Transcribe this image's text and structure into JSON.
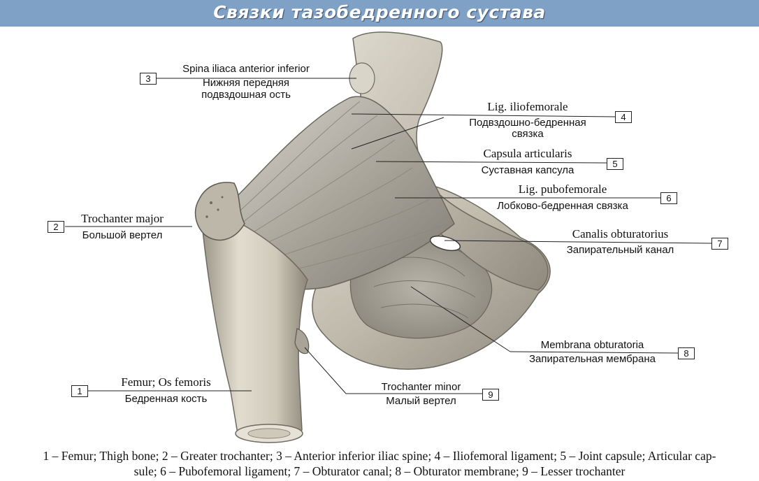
{
  "title": "Связки тазобедренного сустава",
  "labels": [
    {
      "num": "3",
      "lat": "Spina iliaca anterior inferior",
      "ru": "Нижняя передняя",
      "ru2": "подвздошная ость"
    },
    {
      "num": "4",
      "lat": "Lig. iliofemorale",
      "ru": "Подвздошно-бедренная",
      "ru2": "связка"
    },
    {
      "num": "5",
      "lat": "Capsula articularis",
      "ru": "Суставная капсула"
    },
    {
      "num": "6",
      "lat": "Lig. pubofemorale",
      "ru": "Лобково-бедренная связка"
    },
    {
      "num": "2",
      "lat": "Trochanter major",
      "ru": "Большой вертел"
    },
    {
      "num": "7",
      "lat": "Canalis obturatorius",
      "ru": "Запирательный канал"
    },
    {
      "num": "8",
      "lat": "Membrana obturatoria",
      "ru": "Запирательная мембрана"
    },
    {
      "num": "1",
      "lat": "Femur; Os femoris",
      "ru": "Бедренная кость"
    },
    {
      "num": "9",
      "lat": "Trochanter minor",
      "ru": "Малый вертел"
    }
  ],
  "caption": {
    "line1": "1 – Femur; Thigh bone; 2 – Greater trochanter; 3 – Anterior inferior iliac spine; 4 – Iliofemoral ligament; 5 – Joint capsule; Articular cap-",
    "line2": "sule; 6 – Pubofemoral ligament; 7 – Obturator canal; 8 – Obturator membrane; 9 – Lesser trochanter"
  },
  "colors": {
    "title_bar": "#7fa1c6",
    "bone": "#c9c5b8",
    "ligament": "#b9b5ab"
  }
}
